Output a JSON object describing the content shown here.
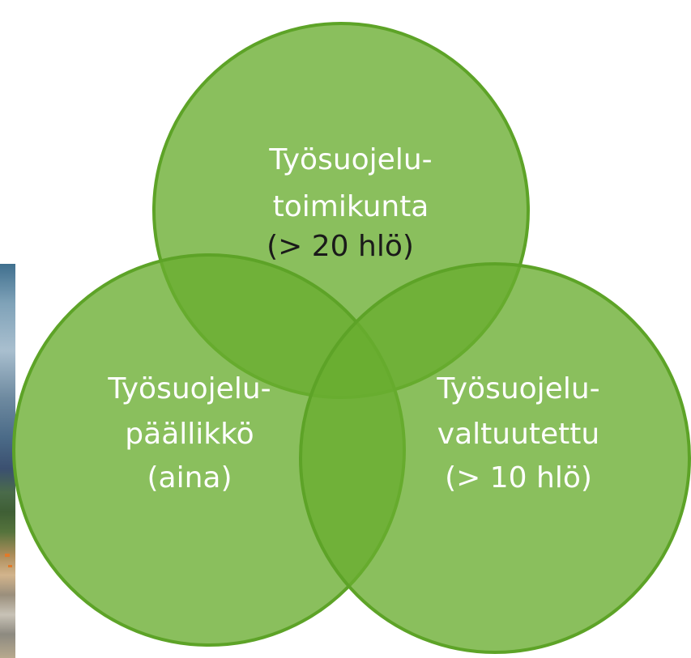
{
  "diagram": {
    "colors": {
      "fill": "#69ad30",
      "stroke": "#5da327",
      "text_light": "#ffffff",
      "text_dark": "#1a1a1a"
    },
    "circles": [
      {
        "id": "toimikunta",
        "line1": "Työsuojelu-",
        "line2": "toimikunta",
        "line3": "(> 20 hlö)"
      },
      {
        "id": "paallikko",
        "line1": "Työsuojelu-",
        "line2": "päällikkö",
        "line3": "(aina)"
      },
      {
        "id": "valtuutettu",
        "line1": "Työsuojelu-",
        "line2": "valtuutettu",
        "line3": "(> 10 hlö)"
      }
    ]
  }
}
